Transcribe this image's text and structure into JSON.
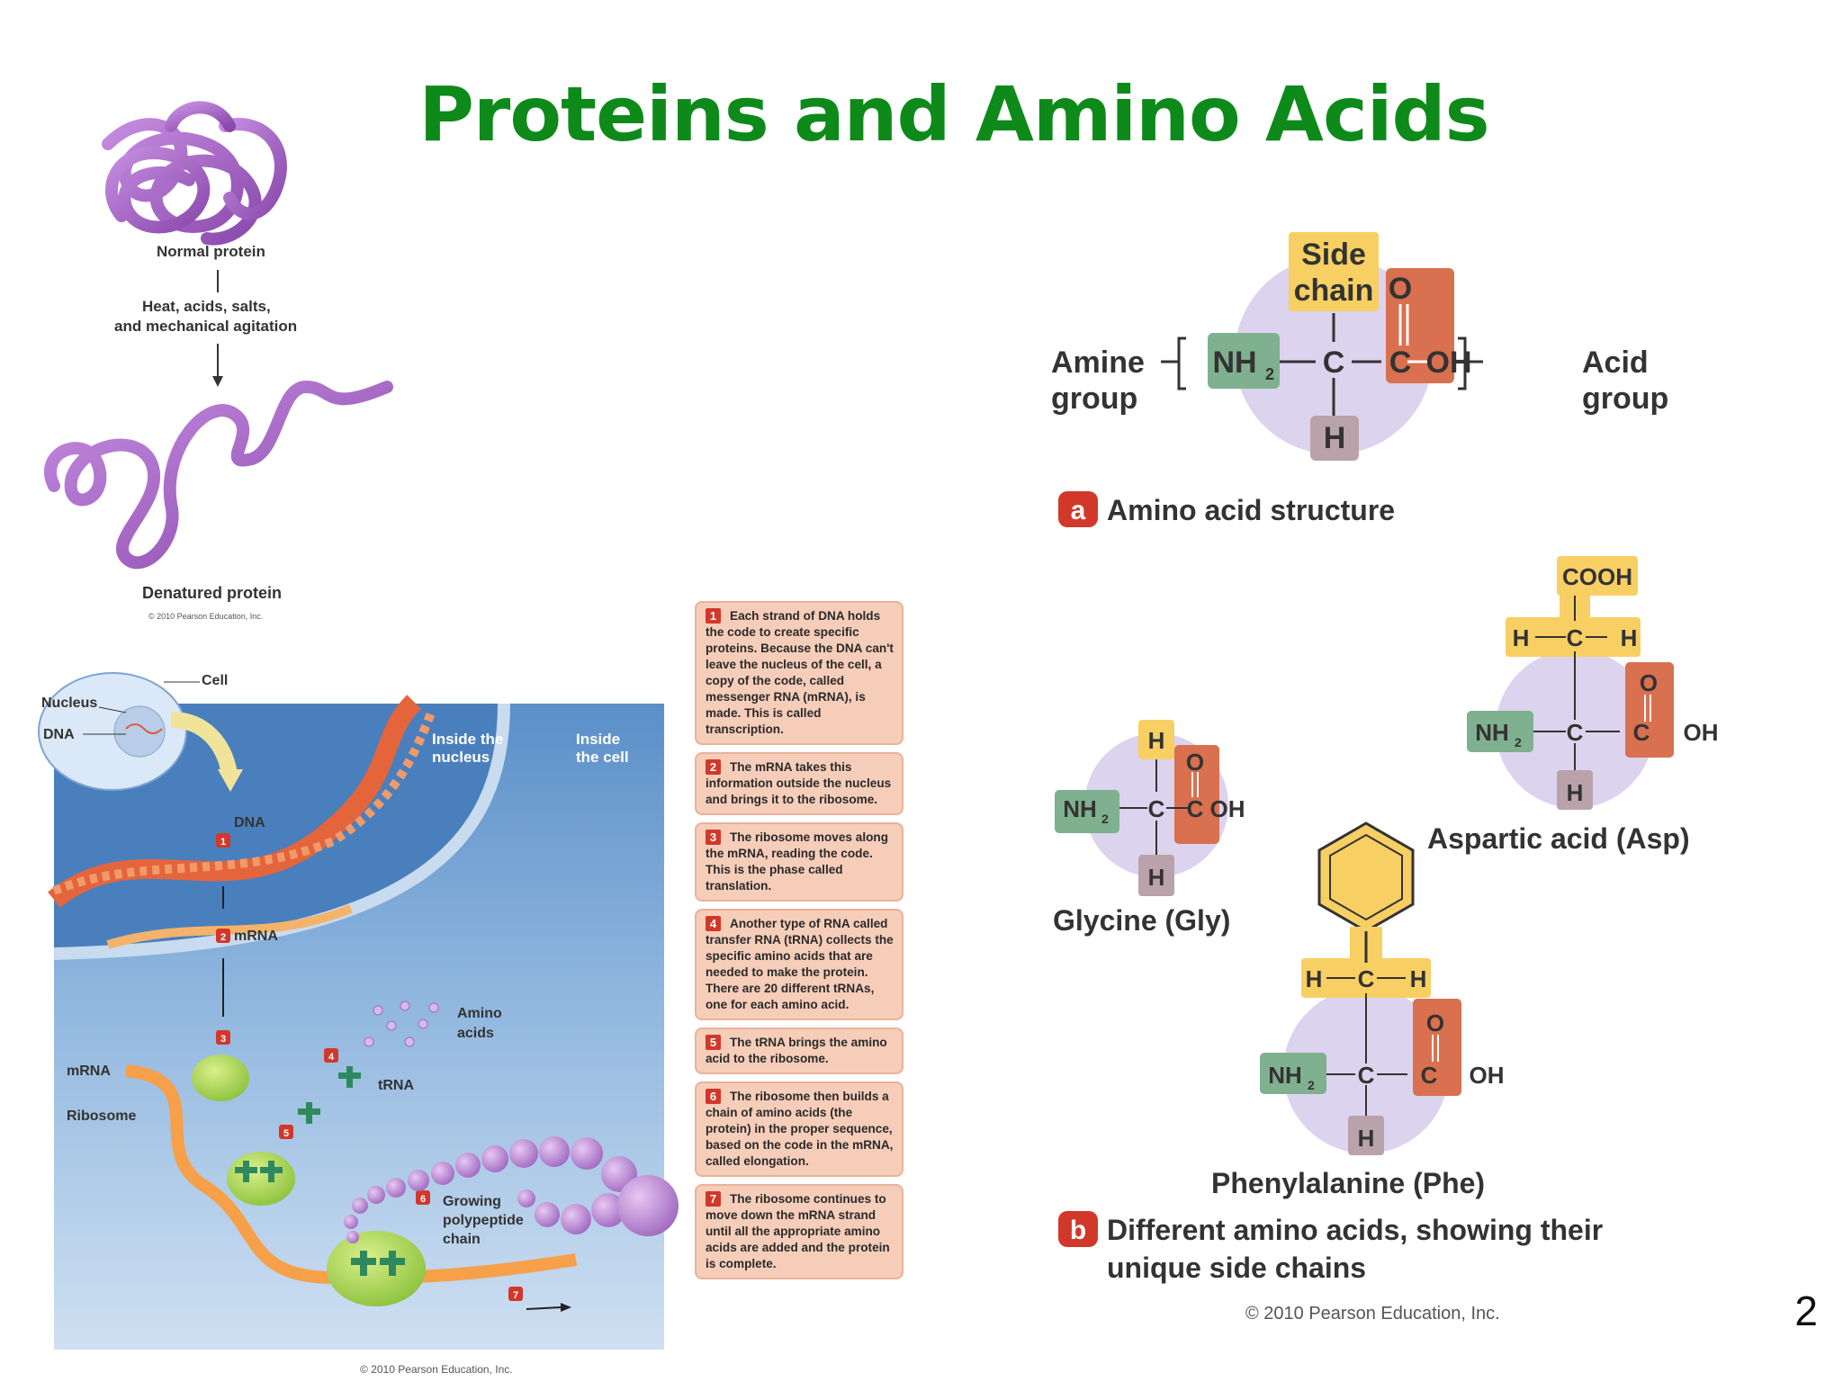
{
  "slide": {
    "title": "Proteins and Amino Acids",
    "page_number": "2"
  },
  "denaturation": {
    "normal_label": "Normal protein",
    "cause_label_1": "Heat, acids, salts,",
    "cause_label_2": "and mechanical agitation",
    "denatured_label": "Denatured protein",
    "copyright": "© 2010 Pearson Education, Inc."
  },
  "synthesis": {
    "labels": {
      "cell": "Cell",
      "nucleus": "Nucleus",
      "dna_small": "DNA",
      "inside_nucleus_1": "Inside the",
      "inside_nucleus_2": "nucleus",
      "inside_cell_1": "Inside",
      "inside_cell_2": "the cell",
      "dna": "DNA",
      "mrna": "mRNA",
      "mrna_left": "mRNA",
      "ribosome": "Ribosome",
      "amino_acids_1": "Amino",
      "amino_acids_2": "acids",
      "trna": "tRNA",
      "growing_1": "Growing",
      "growing_2": "polypeptide",
      "growing_3": "chain"
    },
    "step_numbers": [
      "1",
      "2",
      "3",
      "4",
      "5",
      "6",
      "7"
    ],
    "steps": [
      {
        "num": "1",
        "text": "Each strand of DNA holds the code to create specific proteins. Because the DNA can't leave the nucleus of the cell, a copy of the code, called messenger RNA (mRNA), is made. This is called transcription."
      },
      {
        "num": "2",
        "text": "The mRNA takes this information outside the nucleus and brings it to the ribosome."
      },
      {
        "num": "3",
        "text": "The ribosome moves along the mRNA, reading the code. This is the phase called translation."
      },
      {
        "num": "4",
        "text": "Another type of RNA called transfer RNA (tRNA) collects the specific amino acids that are needed to make the protein. There are 20 different tRNAs, one for each amino acid."
      },
      {
        "num": "5",
        "text": "The tRNA brings the amino acid to the ribosome."
      },
      {
        "num": "6",
        "text": "The ribosome then builds a chain of amino acids (the protein) in the proper sequence, based on the code in the mRNA, called elongation."
      },
      {
        "num": "7",
        "text": "The ribosome continues to move down the mRNA strand until all the appropriate amino acids are added and the protein is complete."
      }
    ],
    "copyright": "© 2010 Pearson Education, Inc."
  },
  "amino_acid_structure": {
    "side_chain_1": "Side",
    "side_chain_2": "chain",
    "amine_1": "Amine",
    "amine_2": "group",
    "acid_1": "Acid",
    "acid_2": "group",
    "nh2": "NH",
    "sub2": "2",
    "c": "C",
    "h": "H",
    "o": "O",
    "oh": "OH",
    "badge": "a",
    "caption": "Amino acid structure"
  },
  "examples": {
    "glycine": "Glycine (Gly)",
    "aspartic": "Aspartic acid (Asp)",
    "phenylalanine": "Phenylalanine (Phe)",
    "cooh": "COOH",
    "badge": "b",
    "caption_1": "Different amino acids, showing their",
    "caption_2": "unique side chains",
    "copyright": "© 2010 Pearson Education, Inc."
  },
  "colors": {
    "title": "#0e8a1a",
    "side_chain": "#f7cf63",
    "amine": "#7fb08f",
    "acid": "#d9704f",
    "hydrogen": "#b9a2aa",
    "core_circle": "#dcd3ee",
    "badge": "#d2382a",
    "protein": "#a45fc4"
  }
}
